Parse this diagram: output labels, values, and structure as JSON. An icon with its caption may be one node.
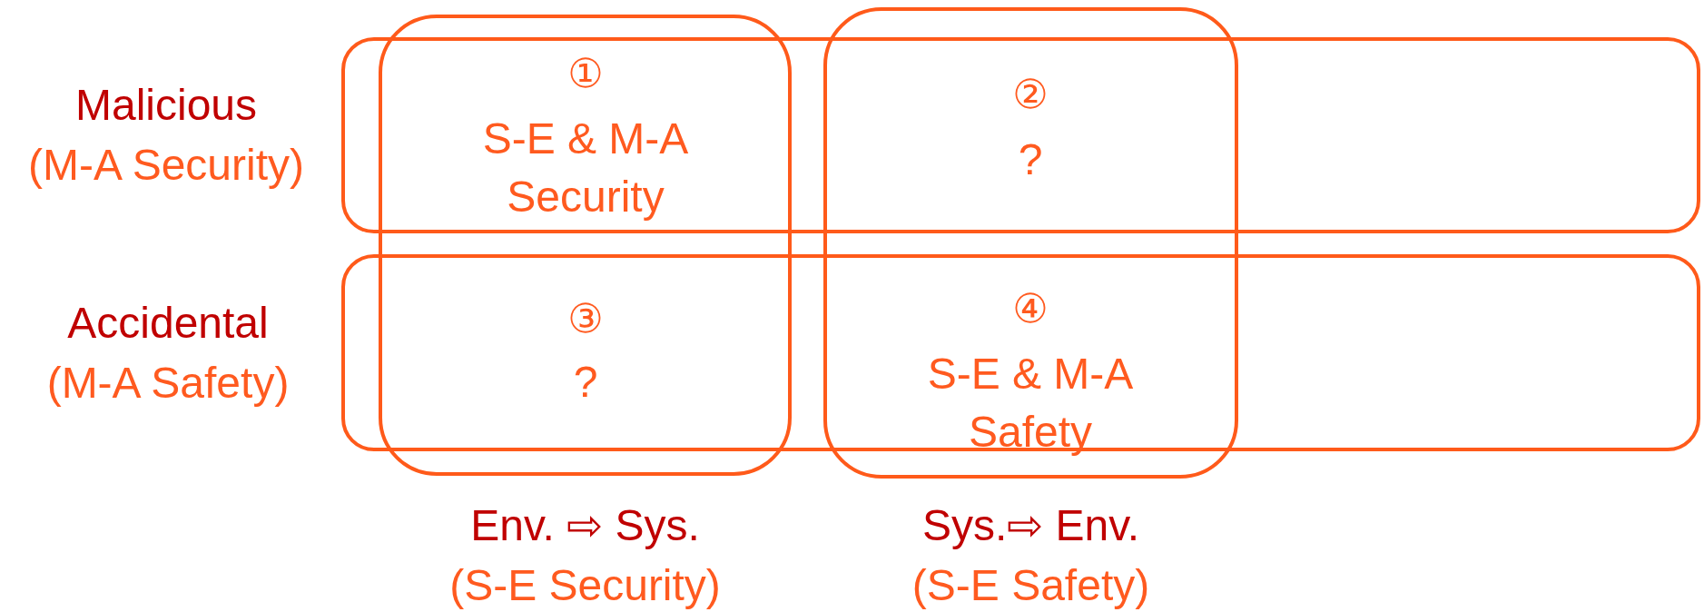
{
  "diagram": {
    "nodes": [
      {
        "text": [
          "Malicious",
          "(M-A Security)"
        ]
      },
      {
        "text": [
          "Accidental",
          "(M-A Safety)"
        ]
      },
      {
        "text": [
          "Env. ⇨ Sys.",
          "(S-E Security)"
        ]
      },
      {
        "text": [
          "Sys.⇨ Env.",
          "(S-E Safety)"
        ]
      }
    ],
    "edges": [],
    "labels": [
      "①",
      "S-E & M-A Security",
      "②",
      "?",
      "③",
      "?",
      "④",
      "S-E & M-A Safety"
    ]
  }
}
